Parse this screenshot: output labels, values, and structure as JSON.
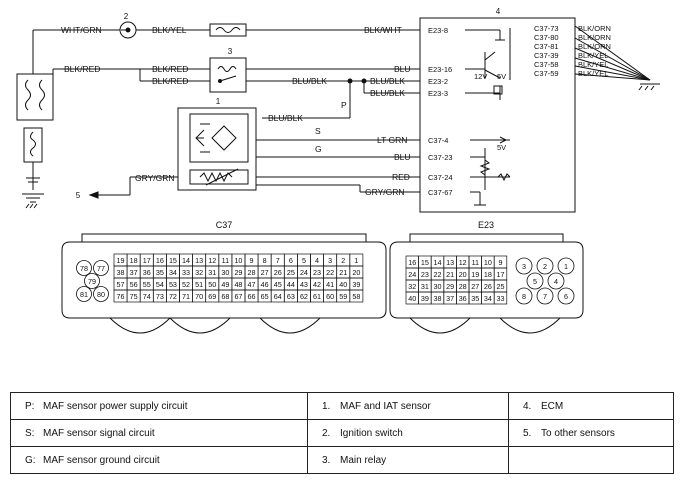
{
  "components": {
    "c2": "2",
    "c3": "3",
    "c1": "1",
    "c4": "4",
    "c5": "5"
  },
  "wires": {
    "wht_grn": "WHT/GRN",
    "blk_yel": "BLK/YEL",
    "blk_wht": "BLK/WHT",
    "blk_red_left": "BLK/RED",
    "blk_red_1": "BLK/RED",
    "blk_red_2": "BLK/RED",
    "blu": "BLU",
    "blu_blk_1": "BLU/BLK",
    "blu_blk_2": "BLU/BLK",
    "blu_blk_3": "BLU/BLK",
    "blu_blk_sensor": "BLU/BLK",
    "p": "P",
    "s": "S",
    "g": "G",
    "lt_grn": "LT GRN",
    "blu_sig": "BLU",
    "gry_grn_left": "GRY/GRN",
    "red": "RED",
    "gry_grn_right": "GRY/GRN"
  },
  "ecm_pins": {
    "e23_8": "E23-8",
    "e23_16": "E23-16",
    "e23_2": "E23-2",
    "e23_3": "E23-3",
    "c37_4": "C37-4",
    "c37_23": "C37-23",
    "c37_24": "C37-24",
    "c37_67": "C37-67",
    "v12": "12V",
    "v5a": "5V",
    "v5b": "5V"
  },
  "right_pins": [
    {
      "pin": "C37-73",
      "wire": "BLK/ORN"
    },
    {
      "pin": "C37-80",
      "wire": "BLK/ORN"
    },
    {
      "pin": "C37-81",
      "wire": "BLK/ORN"
    },
    {
      "pin": "C37-39",
      "wire": "BLK/YEL"
    },
    {
      "pin": "C37-58",
      "wire": "BLK/YEL"
    },
    {
      "pin": "C37-59",
      "wire": "BLK/YEL"
    }
  ],
  "connectors": {
    "c37_title": "C37",
    "e23_title": "E23",
    "c37_rows": [
      [
        "19",
        "18",
        "17",
        "16",
        "15",
        "14",
        "13",
        "12",
        "11",
        "10",
        "9",
        "8",
        "7",
        "6",
        "5",
        "4",
        "3",
        "2",
        "1"
      ],
      [
        "38",
        "37",
        "36",
        "35",
        "34",
        "33",
        "32",
        "31",
        "30",
        "29",
        "28",
        "27",
        "26",
        "25",
        "24",
        "23",
        "22",
        "21",
        "20"
      ],
      [
        "57",
        "56",
        "55",
        "54",
        "53",
        "52",
        "51",
        "50",
        "49",
        "48",
        "47",
        "46",
        "45",
        "44",
        "43",
        "42",
        "41",
        "40",
        "39"
      ],
      [
        "76",
        "75",
        "74",
        "73",
        "72",
        "71",
        "70",
        "69",
        "68",
        "67",
        "66",
        "65",
        "64",
        "63",
        "62",
        "61",
        "60",
        "59",
        "58"
      ]
    ],
    "c37_round": [
      "78",
      "77",
      "79",
      "81",
      "80"
    ],
    "e23_rows": [
      [
        "16",
        "15",
        "14",
        "13",
        "12",
        "11",
        "10",
        "9"
      ],
      [
        "24",
        "23",
        "22",
        "21",
        "20",
        "19",
        "18",
        "17"
      ],
      [
        "32",
        "31",
        "30",
        "29",
        "28",
        "27",
        "26",
        "25"
      ],
      [
        "40",
        "39",
        "38",
        "37",
        "36",
        "35",
        "34",
        "33"
      ]
    ],
    "e23_round": [
      "3",
      "2",
      "1",
      "5",
      "4",
      "8",
      "7",
      "6"
    ]
  },
  "legend": [
    [
      {
        "key": "P:",
        "text": "MAF sensor power supply circuit"
      },
      {
        "key": "1.",
        "text": "MAF and IAT sensor"
      },
      {
        "key": "4.",
        "text": "ECM"
      }
    ],
    [
      {
        "key": "S:",
        "text": "MAF sensor signal circuit"
      },
      {
        "key": "2.",
        "text": "Ignition switch"
      },
      {
        "key": "5.",
        "text": "To other sensors"
      }
    ],
    [
      {
        "key": "G:",
        "text": "MAF sensor ground circuit"
      },
      {
        "key": "3.",
        "text": "Main relay"
      },
      {
        "key": "",
        "text": ""
      }
    ]
  ]
}
